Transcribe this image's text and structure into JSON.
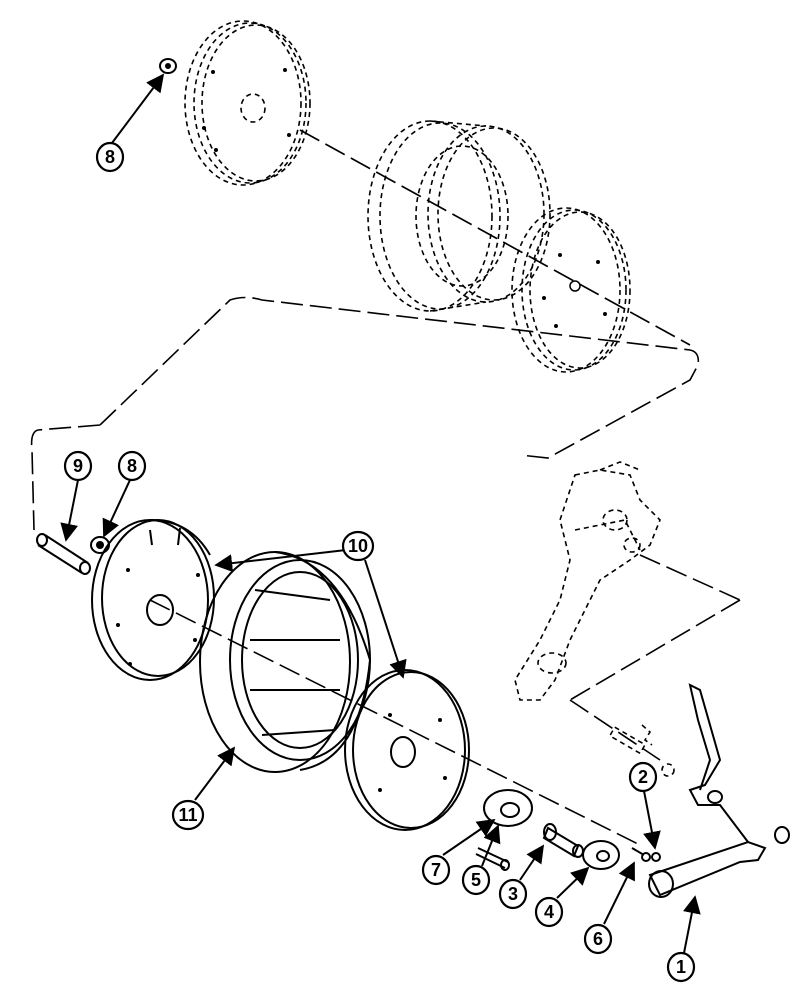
{
  "diagram": {
    "callouts": [
      {
        "id": "8a",
        "label": "8"
      },
      {
        "id": "9",
        "label": "9"
      },
      {
        "id": "8b",
        "label": "8"
      },
      {
        "id": "10",
        "label": "10"
      },
      {
        "id": "11",
        "label": "11"
      },
      {
        "id": "7",
        "label": "7"
      },
      {
        "id": "5",
        "label": "5"
      },
      {
        "id": "3",
        "label": "3"
      },
      {
        "id": "4",
        "label": "4"
      },
      {
        "id": "2",
        "label": "2"
      },
      {
        "id": "6",
        "label": "6"
      },
      {
        "id": "1",
        "label": "1"
      }
    ]
  }
}
